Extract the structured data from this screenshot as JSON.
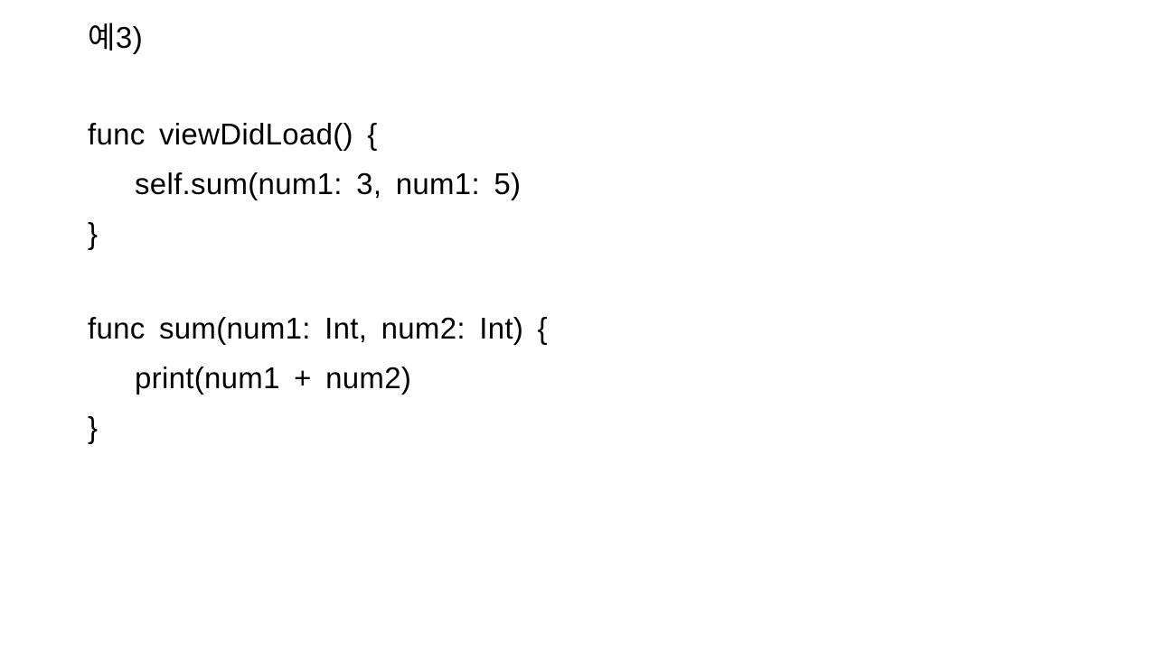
{
  "slide": {
    "heading": "예3)",
    "colors": {
      "background": "#ffffff",
      "text": "#000000"
    },
    "code_block_1": {
      "language": "swift",
      "lines": [
        {
          "indent": 0,
          "text": "func viewDidLoad() {"
        },
        {
          "indent": 1,
          "text": "self.sum(num1: 3, num1: 5)"
        },
        {
          "indent": 0,
          "text": "}"
        }
      ]
    },
    "code_block_2": {
      "language": "swift",
      "lines": [
        {
          "indent": 0,
          "text": "func sum(num1: Int, num2: Int) {"
        },
        {
          "indent": 1,
          "text": "print(num1 + num2)"
        },
        {
          "indent": 0,
          "text": "}"
        }
      ]
    }
  }
}
